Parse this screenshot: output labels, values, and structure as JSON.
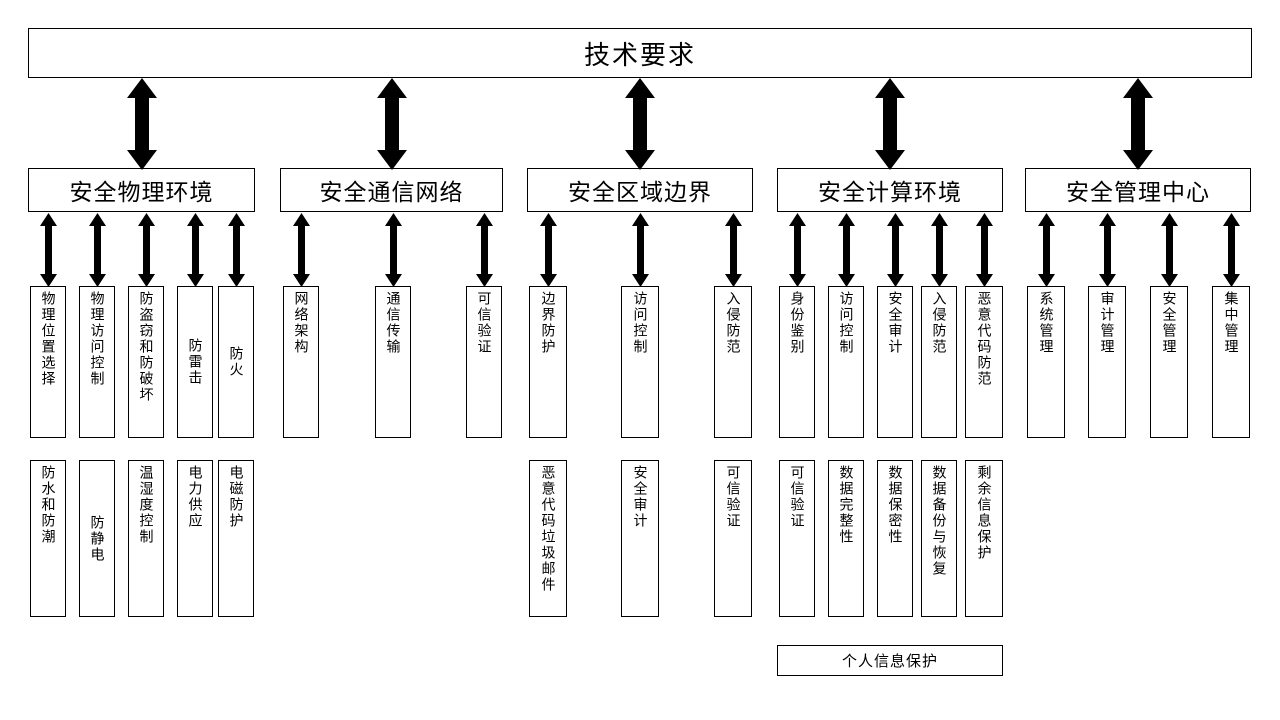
{
  "diagram": {
    "title": "技术要求",
    "root": {
      "label": "技术要求"
    },
    "extra_box": {
      "label": "个人信息保护"
    },
    "groups": [
      {
        "id": "physical",
        "label": "安全物理环境",
        "row3": [
          "物理位置选择",
          "物理访问控制",
          "防盗窃和防破坏",
          "防雷击",
          "防火"
        ],
        "row4": [
          "防水和防潮",
          "防静电",
          "温湿度控制",
          "电力供应",
          "电磁防护"
        ]
      },
      {
        "id": "communication",
        "label": "安全通信网络",
        "row3": [
          "网络架构",
          "通信传输",
          "可信验证"
        ],
        "row4": []
      },
      {
        "id": "boundary",
        "label": "安全区域边界",
        "row3": [
          "边界防护",
          "访问控制",
          "入侵防范"
        ],
        "row4": [
          "恶意代码垃圾邮件",
          "安全审计",
          "可信验证"
        ]
      },
      {
        "id": "computing",
        "label": "安全计算环境",
        "row3": [
          "身份鉴别",
          "访问控制",
          "安全审计",
          "入侵防范",
          "恶意代码防范"
        ],
        "row4": [
          "可信验证",
          "数据完整性",
          "数据保密性",
          "数据备份与恢复",
          "剩余信息保护"
        ]
      },
      {
        "id": "management",
        "label": "安全管理中心",
        "row3": [
          "系统管理",
          "审计管理",
          "安全管理",
          "集中管理"
        ],
        "row4": []
      }
    ],
    "colors": {
      "line": "#000000",
      "background": "#ffffff"
    }
  }
}
